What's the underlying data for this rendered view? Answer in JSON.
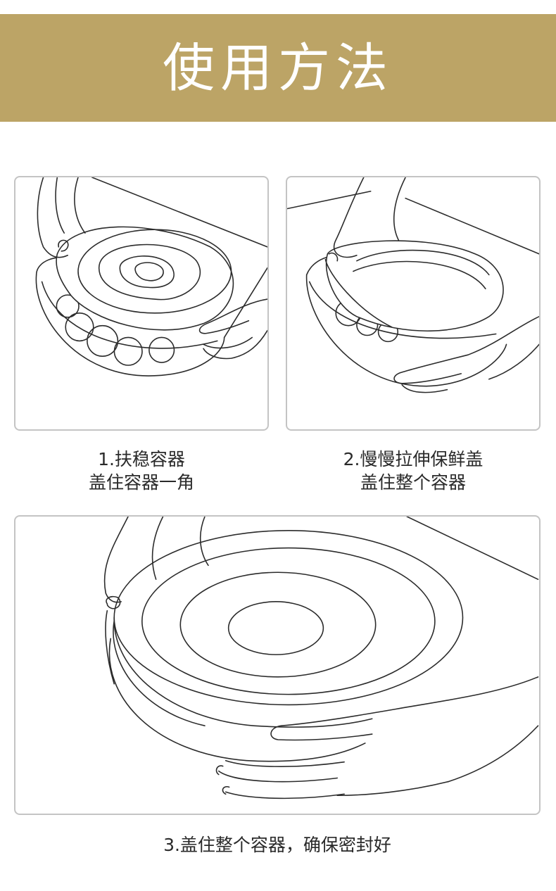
{
  "header": {
    "title": "使用方法"
  },
  "steps": [
    {
      "line1": "1.扶稳容器",
      "line2": "盖住容器一角"
    },
    {
      "line1": "2.慢慢拉伸保鲜盖",
      "line2": "盖住整个容器"
    },
    {
      "line1": "3.盖住整个容器，确保密封好"
    }
  ],
  "colors": {
    "header_bg": "#bca466",
    "header_text": "#ffffff",
    "panel_border": "#c4c4c4"
  }
}
